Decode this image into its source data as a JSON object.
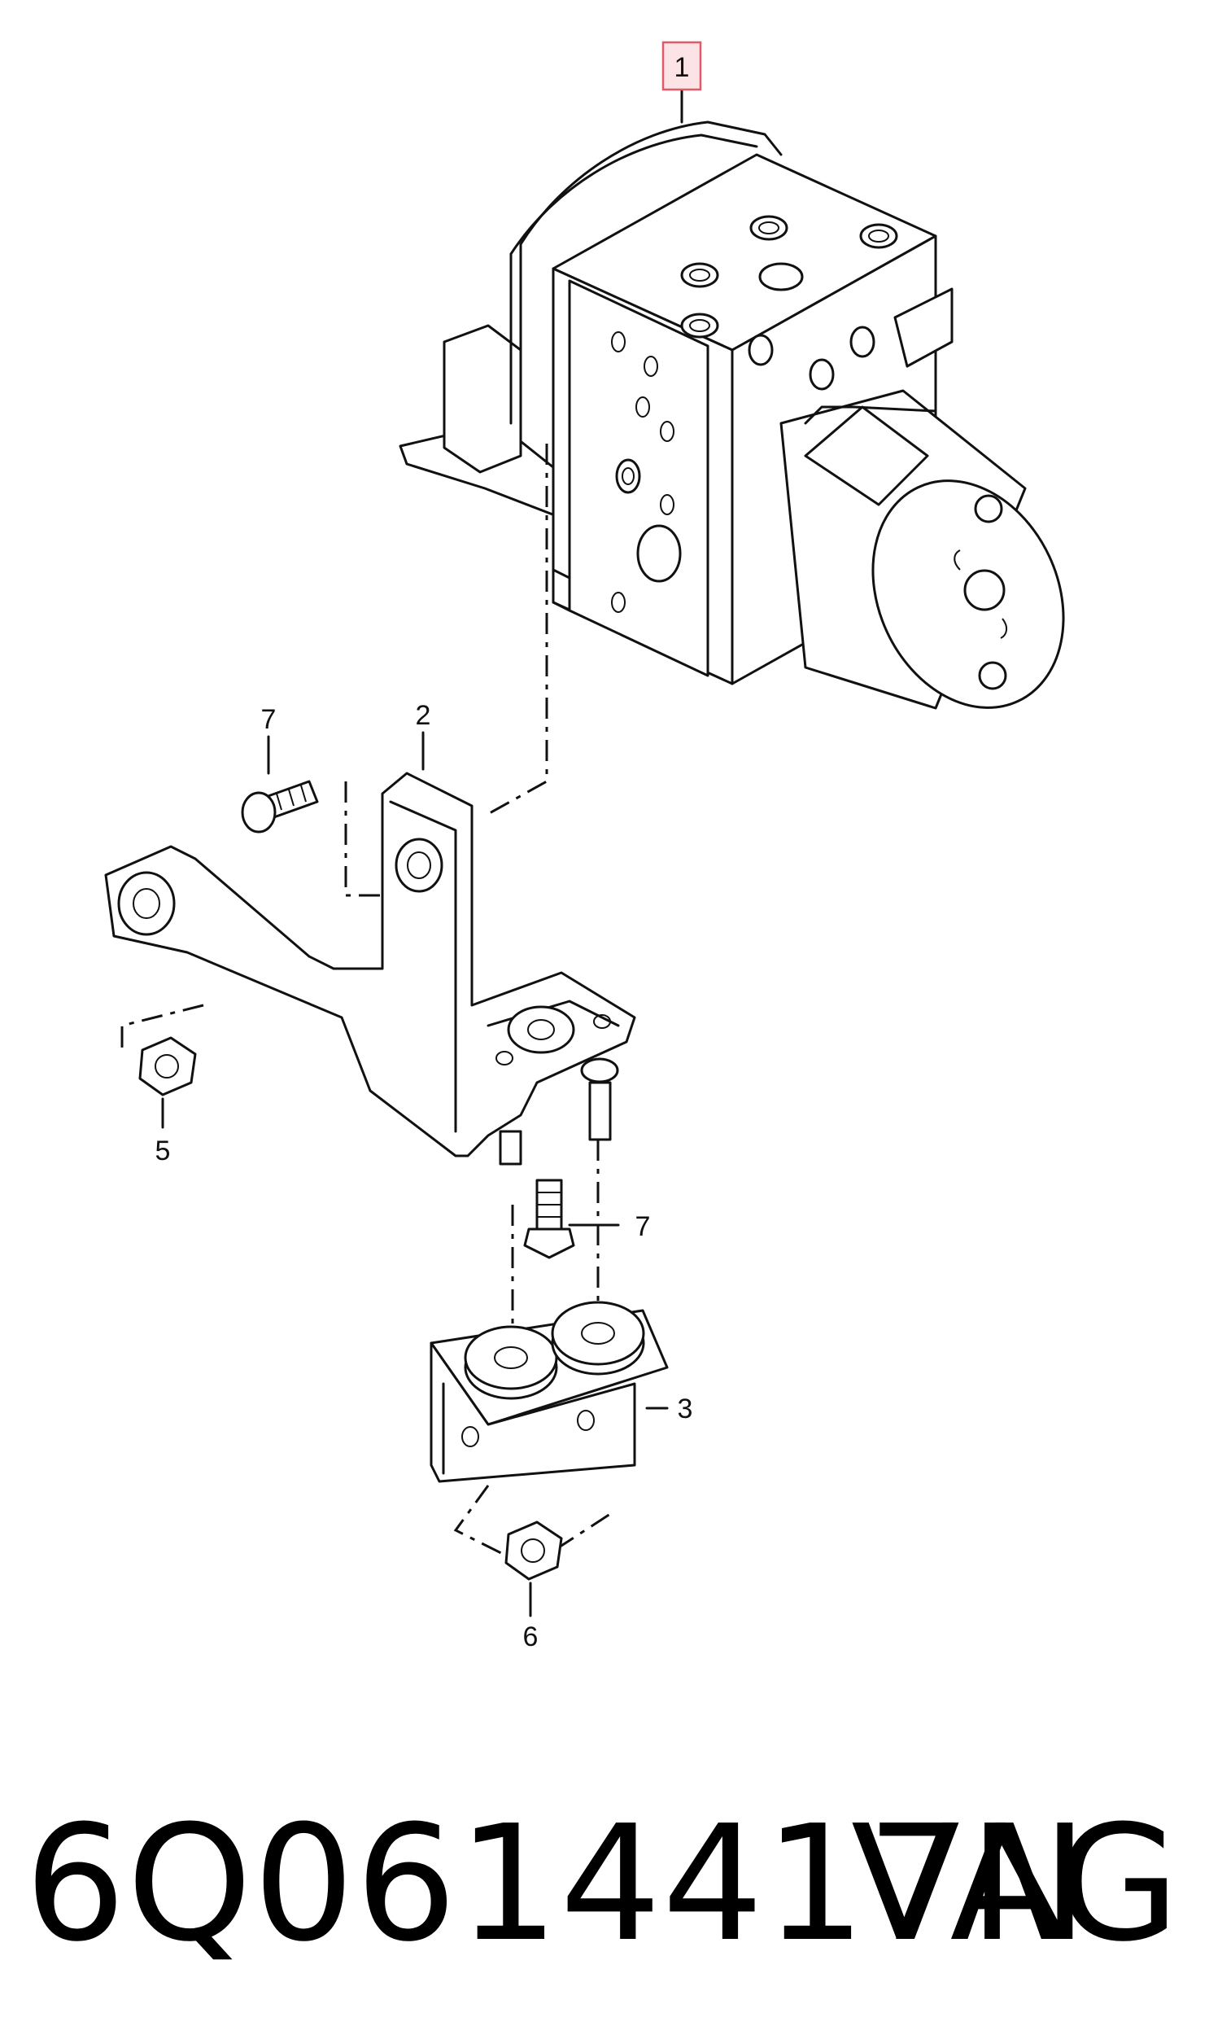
{
  "diagram": {
    "callouts": {
      "c1": "1",
      "c2": "2",
      "c3": "3",
      "c5": "5",
      "c6": "6",
      "c7a": "7",
      "c7b": "7"
    },
    "highlight_color": "#e05a6a",
    "highlight_fill": "#fbe3e6"
  },
  "footer": {
    "part_number": "6Q0614417N",
    "brand": "VAG"
  }
}
